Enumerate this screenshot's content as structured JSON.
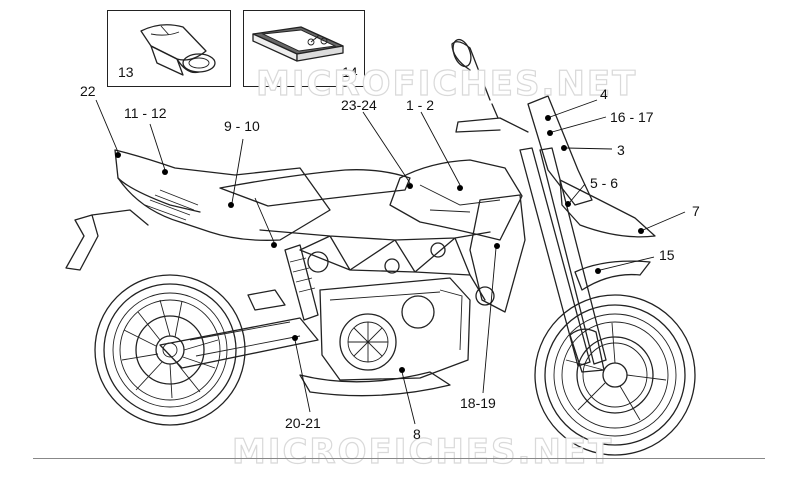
{
  "watermark": "MICROFICHES.NET",
  "inset_13": {
    "number": "13",
    "icon": "tool-kit-roll-icon"
  },
  "inset_14": {
    "number": "14",
    "icon": "owners-manual-book-icon"
  },
  "callouts": {
    "c22": "22",
    "c11_12": "11 - 12",
    "c9_10": "9 - 10",
    "c23_24": "23-24",
    "c1_2": "1 - 2",
    "c4": "4",
    "c16_17": "16 - 17",
    "c3": "3",
    "c5_6": "5 - 6",
    "c7": "7",
    "c15": "15",
    "c18_19": "18-19",
    "c8": "8",
    "c20_21": "20-21"
  },
  "colors": {
    "line": "#222222",
    "watermark": "#d9d9d9"
  }
}
